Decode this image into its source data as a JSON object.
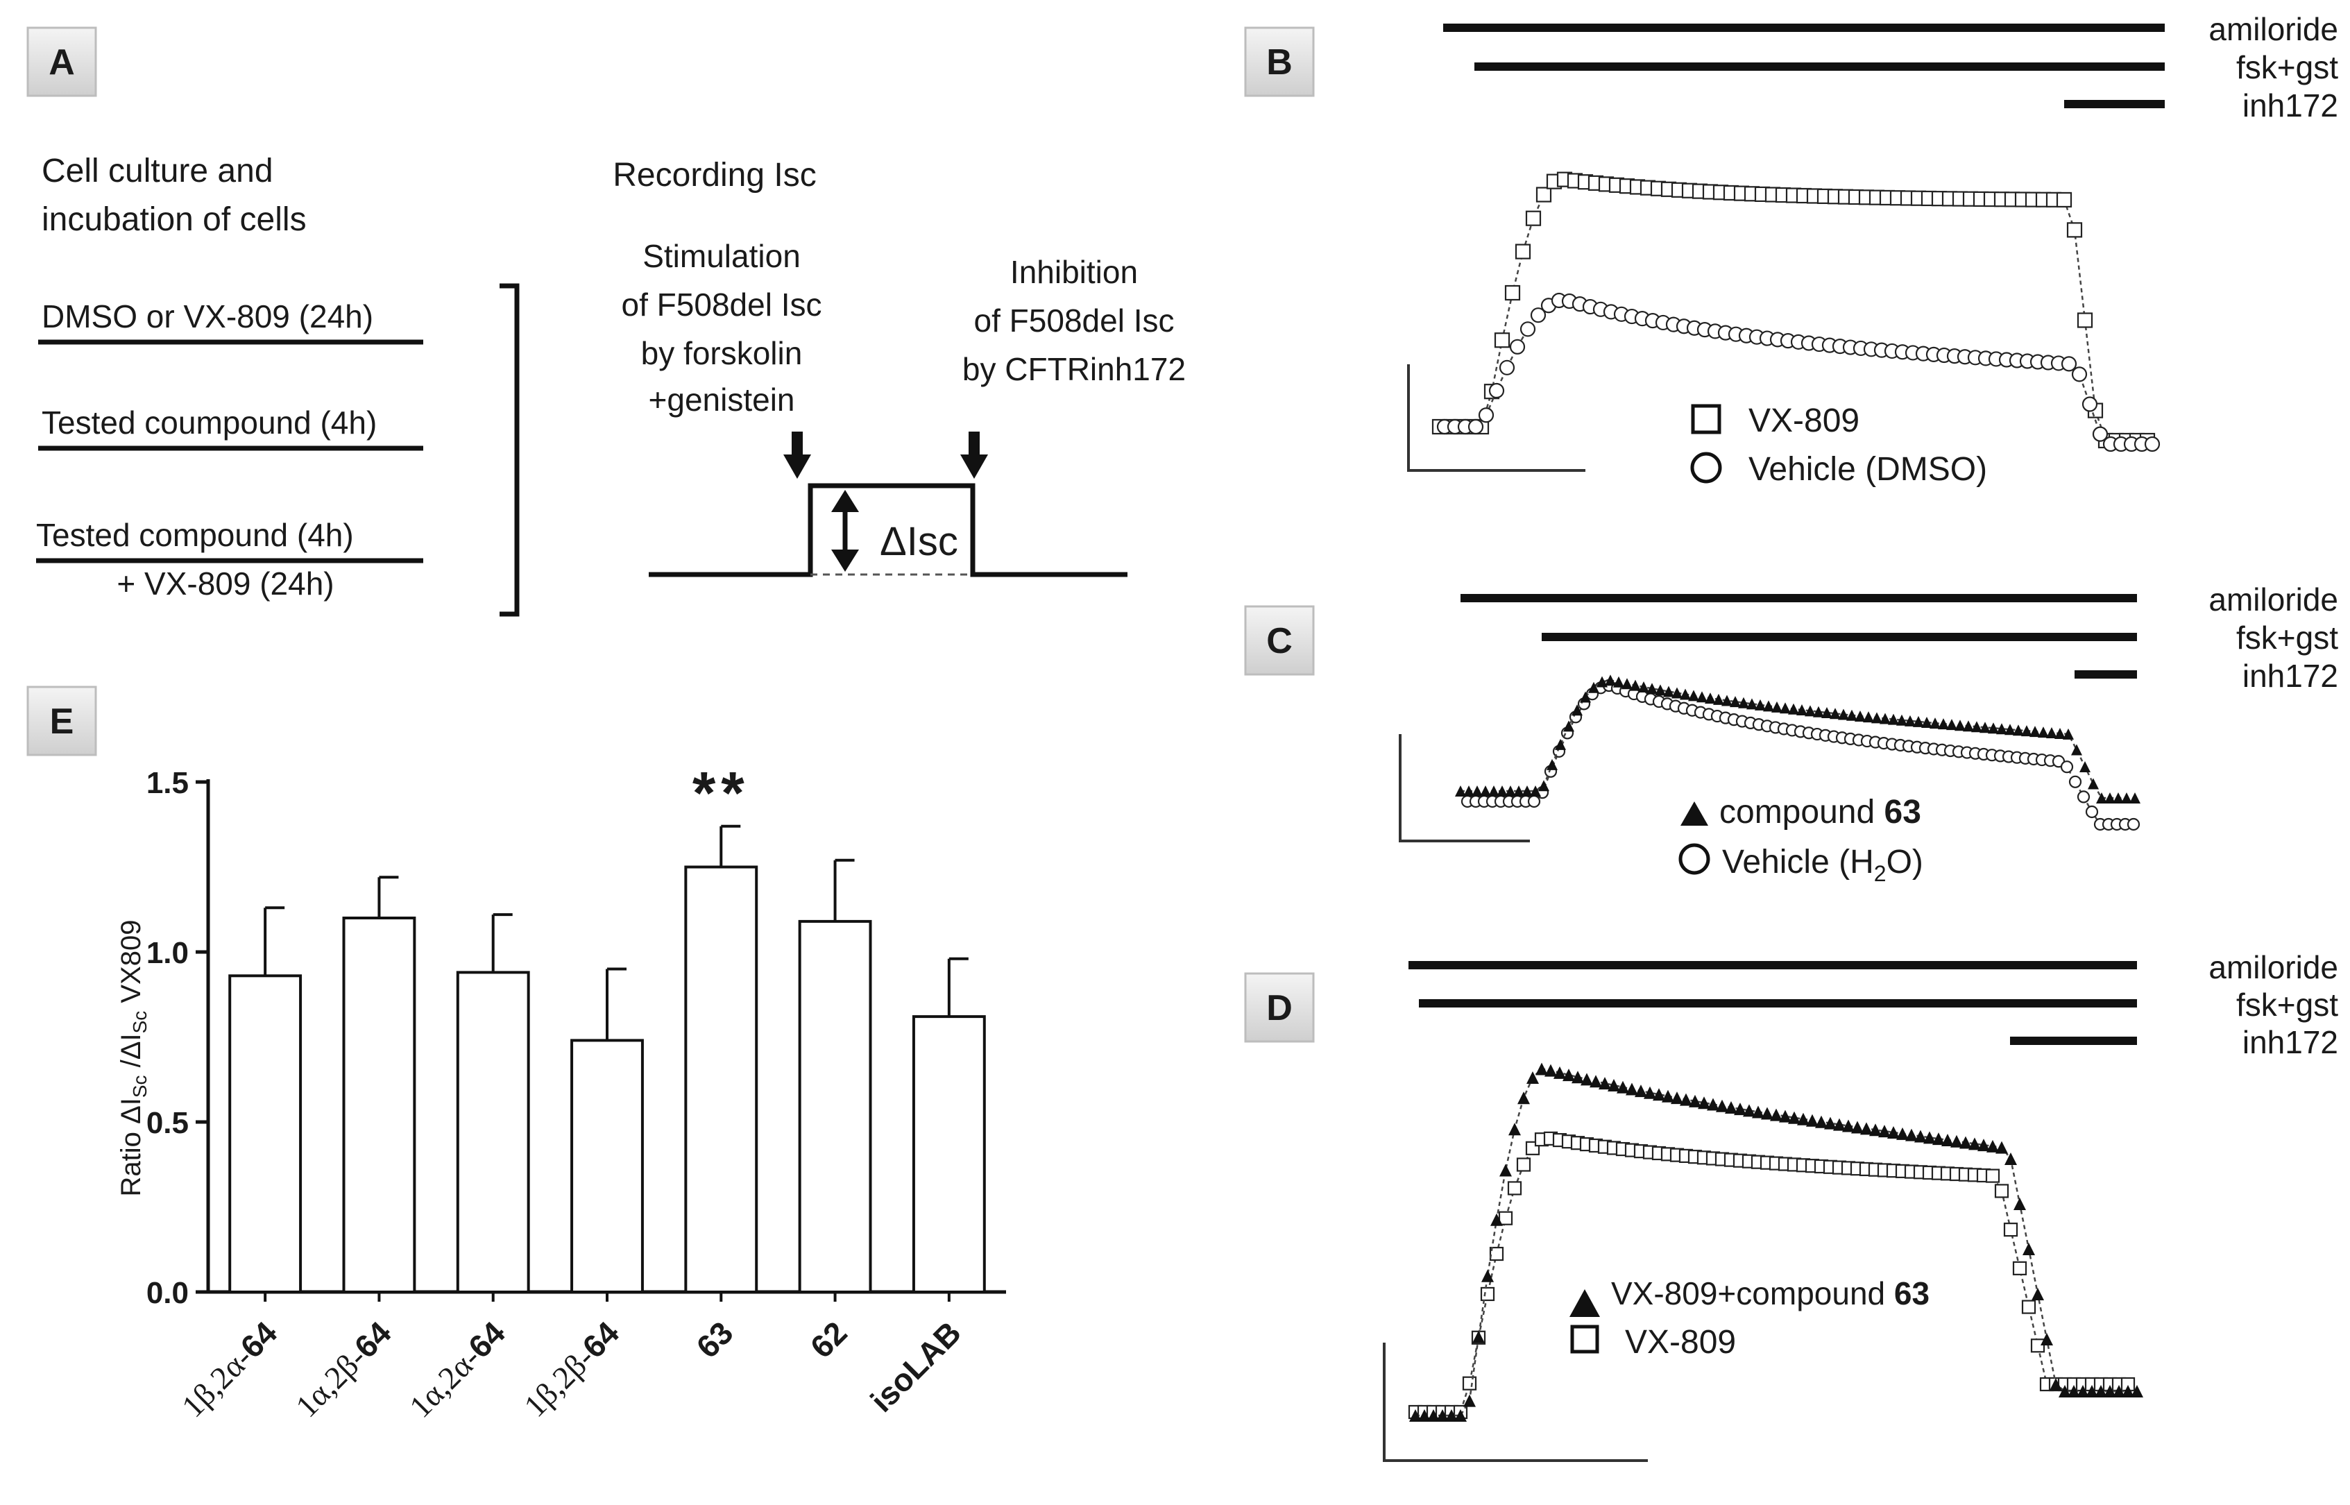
{
  "panels": {
    "A": {
      "label": "A",
      "culture_title": [
        "Cell culture and",
        "incubation of cells"
      ],
      "conditions": [
        [
          "DMSO or VX-809 (24h)"
        ],
        [
          "Tested coumpound (4h)"
        ],
        [
          "Tested compound (4h)",
          "+ VX-809 (24h)"
        ]
      ],
      "recording_title": "Recording Isc",
      "stimulation": [
        "Stimulation",
        "of F508del Isc",
        "by forskolin",
        "+genistein"
      ],
      "inhibition": [
        "Inhibition",
        "of F508del Isc",
        "by CFTRinh172"
      ],
      "delta_label": "ΔIsc"
    },
    "B": {
      "label": "B",
      "bars": [
        "amiloride",
        "fsk+gst",
        "inh172"
      ],
      "legend": [
        "VX-809",
        "Vehicle (DMSO)"
      ]
    },
    "C": {
      "label": "C",
      "bars": [
        "amiloride",
        "fsk+gst",
        "inh172"
      ],
      "legend_1_text": "compound ",
      "legend_1_bold": "63",
      "legend_2_pre": "Vehicle (H",
      "legend_2_sub": "2",
      "legend_2_post": "O)"
    },
    "D": {
      "label": "D",
      "bars": [
        "amiloride",
        "fsk+gst",
        "inh172"
      ],
      "legend_1_text": "VX-809+compound ",
      "legend_1_bold": "63",
      "legend_2": "VX-809"
    },
    "E": {
      "label": "E"
    }
  },
  "chart_data": {
    "type": "bar",
    "categories": [
      "1β,2α-64",
      "1α,2β-64",
      "1α,2α-64",
      "1β,2β-64",
      "63",
      "62",
      "isoLAB"
    ],
    "category_parts": [
      [
        "1β,2α-",
        "64"
      ],
      [
        "1α,2β-",
        "64"
      ],
      [
        "1α,2α-",
        "64"
      ],
      [
        "1β,2β-",
        "64"
      ],
      [
        "",
        "63"
      ],
      [
        "",
        "62"
      ],
      [
        "",
        "isoLAB"
      ]
    ],
    "values": [
      0.93,
      1.1,
      0.94,
      0.74,
      1.25,
      1.09,
      0.81
    ],
    "errors": [
      0.2,
      0.12,
      0.17,
      0.21,
      0.12,
      0.18,
      0.17
    ],
    "annotations": [
      {
        "category": "63",
        "text": "**"
      }
    ],
    "ylabel_pre": "Ratio ΔI",
    "ylabel_sub1": "Sc",
    "ylabel_mid": " /ΔI",
    "ylabel_sub2": "Sc",
    "ylabel_post": " VX809",
    "ylim": [
      0.0,
      1.5
    ],
    "yticks": [
      "0.0",
      "0.5",
      "1.0",
      "1.5"
    ],
    "grid": false
  }
}
